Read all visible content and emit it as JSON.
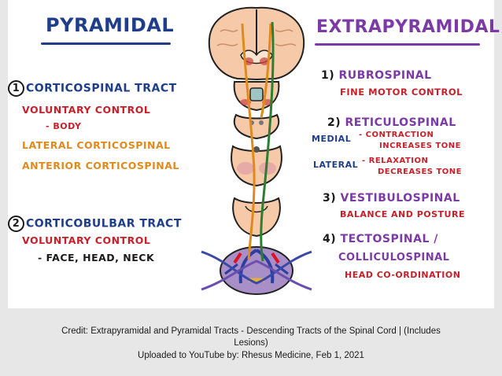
{
  "pyramidal": {
    "title": "Pyramidal",
    "item1": {
      "num": "1",
      "name": "Corticospinal Tract",
      "sub1": "Voluntary Control",
      "sub2": "- Body",
      "sub3": "Lateral Corticospinal",
      "sub4": "Anterior Corticospinal"
    },
    "item2": {
      "num": "2",
      "name": "Corticobulbar Tract",
      "sub1": "Voluntary Control",
      "sub2": "- Face, Head, Neck"
    }
  },
  "extrapyramidal": {
    "title": "Extrapyramidal",
    "item1": {
      "num": "1)",
      "name": "Rubrospinal",
      "desc": "Fine Motor Control"
    },
    "item2": {
      "num": "2)",
      "name": "Reticulospinal",
      "medial_label": "Medial",
      "medial_desc1": "- Contraction",
      "medial_desc2": "Increases Tone",
      "lateral_label": "Lateral",
      "lateral_desc1": "- Relaxation",
      "lateral_desc2": "Decreases Tone"
    },
    "item3": {
      "num": "3)",
      "name": "Vestibulospinal",
      "desc": "Balance and Posture"
    },
    "item4": {
      "num": "4)",
      "name": "Tectospinal /",
      "name2": "Colliculospinal",
      "desc": "Head Co-ordination"
    }
  },
  "caption": {
    "line1": "Credit: Extrapyramidal and Pyramidal Tracts - Descending Tracts of the Spinal Cord | (Includes",
    "line2": "Lesions)",
    "line3": "Uploaded to YouTube by: Rhesus Medicine, Feb 1, 2021"
  },
  "colors": {
    "pyramidal": "#1f3e8a",
    "extrapyramidal": "#7b3aa5",
    "red": "#c8202a",
    "orange": "#e08a1c",
    "green": "#2e7d32"
  }
}
